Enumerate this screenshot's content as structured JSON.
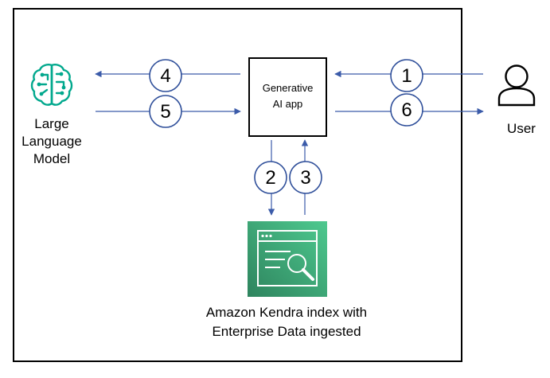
{
  "diagram": {
    "llm": {
      "label_lines": [
        "Large",
        "Language",
        "Model"
      ],
      "icon": "brain-circuit-icon",
      "icon_color": "#01A88D"
    },
    "app": {
      "label_lines": [
        "Generative",
        "AI app"
      ]
    },
    "user": {
      "label": "User",
      "icon": "user-icon"
    },
    "kendra": {
      "label_lines": [
        "Amazon Kendra index with",
        "Enterprise Data ingested"
      ],
      "icon": "search-index-icon",
      "gradient": [
        "#2E845E",
        "#4EC98F"
      ]
    },
    "steps": {
      "s1": "1",
      "s2": "2",
      "s3": "3",
      "s4": "4",
      "s5": "5",
      "s6": "6"
    },
    "arrow_color": "#3B5BA9",
    "circle_color": "#2F4F9A"
  }
}
